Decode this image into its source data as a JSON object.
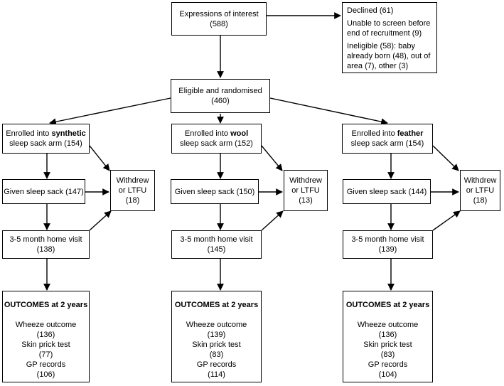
{
  "expressions": {
    "line1": "Expressions of interest",
    "line2": "(588)"
  },
  "excluded": {
    "declined": "Declined (61)",
    "unable": "Unable to screen before end of recruitment (9)",
    "ineligible": "Ineligible (58): baby already born (48), out of area (7), other (3)"
  },
  "randomised": {
    "line1": "Eligible and randomised",
    "line2": "(460)"
  },
  "arms": [
    {
      "enrolled_pre": "Enrolled into ",
      "material": "synthetic",
      "enrolled_post": "sleep sack arm (154)",
      "given": "Given sleep sack (147)",
      "withdrew_l1": "Withdrew",
      "withdrew_l2": "or LTFU",
      "withdrew_l3": "(18)",
      "visit_l1": "3-5 month home visit",
      "visit_l2": "(138)",
      "outcomes_title": "OUTCOMES at 2 years",
      "wheeze": "Wheeze outcome",
      "wheeze_n": "(136)",
      "skin": "Skin prick test",
      "skin_n": "(77)",
      "gp": "GP records",
      "gp_n": "(106)"
    },
    {
      "enrolled_pre": "Enrolled into ",
      "material": "wool",
      "enrolled_post": "sleep sack arm (152)",
      "given": "Given sleep sack (150)",
      "withdrew_l1": "Withdrew",
      "withdrew_l2": "or LTFU",
      "withdrew_l3": "(13)",
      "visit_l1": "3-5 month home visit",
      "visit_l2": "(145)",
      "outcomes_title": "OUTCOMES at 2 years",
      "wheeze": "Wheeze outcome",
      "wheeze_n": "(139)",
      "skin": "Skin prick test",
      "skin_n": "(83)",
      "gp": "GP records",
      "gp_n": "(114)"
    },
    {
      "enrolled_pre": "Enrolled into ",
      "material": "feather",
      "enrolled_post": "sleep sack arm (154)",
      "given": "Given sleep sack (144)",
      "withdrew_l1": "Withdrew",
      "withdrew_l2": "or LTFU",
      "withdrew_l3": "(18)",
      "visit_l1": "3-5 month home visit",
      "visit_l2": "(139)",
      "outcomes_title": "OUTCOMES at 2 years",
      "wheeze": "Wheeze outcome",
      "wheeze_n": "(136)",
      "skin": "Skin prick test",
      "skin_n": "(83)",
      "gp": "GP records",
      "gp_n": "(104)"
    }
  ]
}
